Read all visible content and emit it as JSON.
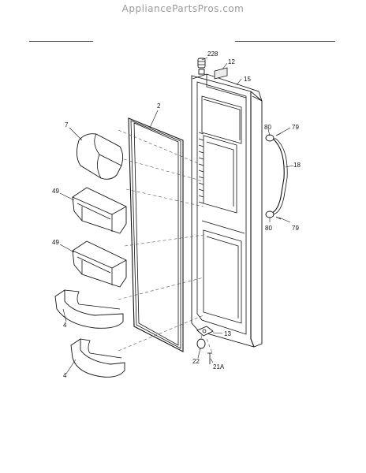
{
  "site": {
    "name": "AppliancePartsPros.com"
  },
  "callouts": {
    "c2": "2",
    "c4a": "4",
    "c4b": "4",
    "c7": "7",
    "c12": "12",
    "c13": "13",
    "c15": "15",
    "c18": "18",
    "c21A": "21A",
    "c22": "22",
    "c228": "228",
    "c49a": "49",
    "c49b": "49",
    "c79a": "79",
    "c79b": "79",
    "c80a": "80",
    "c80b": "80"
  },
  "parts": [
    {
      "ref": "2",
      "name": "door-gasket"
    },
    {
      "ref": "4",
      "name": "door-shelf-bin"
    },
    {
      "ref": "7",
      "name": "dairy-door"
    },
    {
      "ref": "12",
      "name": "label"
    },
    {
      "ref": "13",
      "name": "hinge-bracket"
    },
    {
      "ref": "15",
      "name": "refrigerator-door"
    },
    {
      "ref": "18",
      "name": "door-handle"
    },
    {
      "ref": "21A",
      "name": "screw"
    },
    {
      "ref": "22",
      "name": "door-stop"
    },
    {
      "ref": "49",
      "name": "door-bin-deep"
    },
    {
      "ref": "79",
      "name": "handle-screw"
    },
    {
      "ref": "80",
      "name": "handle-mount"
    },
    {
      "ref": "228",
      "name": "top-hinge-bushing"
    }
  ]
}
